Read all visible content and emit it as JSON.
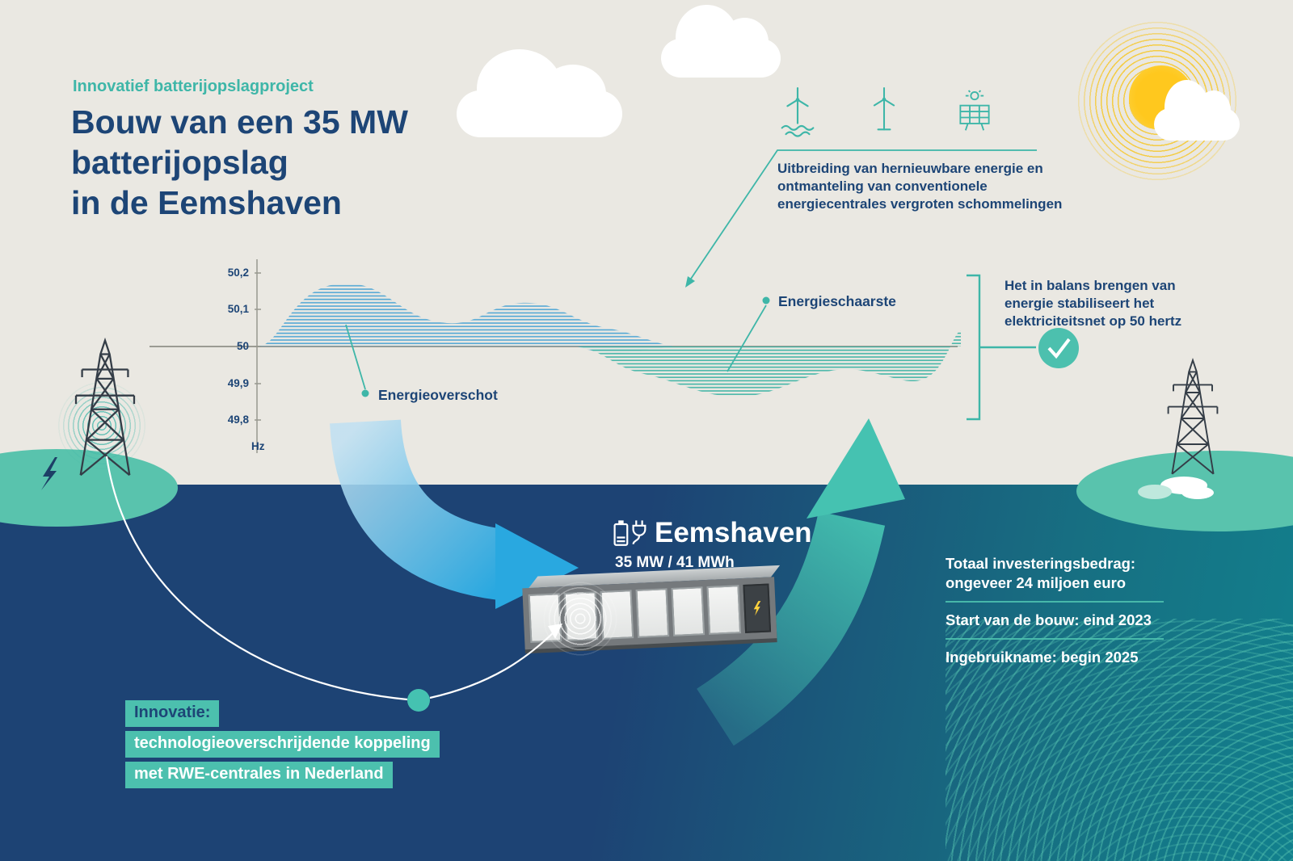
{
  "palette": {
    "bg_top": "#eae8e2",
    "ocean_left": "#1d4374",
    "ocean_right": "#12808d",
    "navy": "#1d4576",
    "teal": "#4cc0ae",
    "wave_blue": "#4aa4d4",
    "wave_teal": "#3bb3a4",
    "arrow_blue": "#29a8e0",
    "sun_yellow": "#ffc81e",
    "white": "#ffffff"
  },
  "header": {
    "eyebrow": "Innovatief batterijopslagproject",
    "title": "Bouw van een 35 MW\nbatterijopslag\nin de Eemshaven"
  },
  "renewables_callout": {
    "text": "Uitbreiding van hernieuwbare energie en\nontmanteling van conventionele\nenergiecentrales vergroten schommelingen"
  },
  "balance_callout": {
    "text": "Het in balans brengen van\nenergie stabiliseert het\nelektriciteitsnet op 50 hertz"
  },
  "chart": {
    "unit": "Hz",
    "ticks": [
      "50,2",
      "50,1",
      "50",
      "49,9",
      "49,8"
    ],
    "surplus_label": "Energieoverschot",
    "scarcity_label": "Energieschaarste"
  },
  "chart_data": {
    "type": "area",
    "title": "Netfrequentie rond 50 Hz",
    "ylabel": "Hz",
    "yticks": [
      50.2,
      50.1,
      50.0,
      49.9,
      49.8
    ],
    "baseline_hz": 50.0,
    "regions": [
      {
        "name": "Energieoverschot",
        "relation": "boven 50 Hz",
        "color": "#4aa4d4",
        "approx_peak_hz": 50.17,
        "x_span_fraction": [
          0.0,
          0.6
        ]
      },
      {
        "name": "Energieschaarste",
        "relation": "onder 50 Hz",
        "color": "#3bb3a4",
        "approx_min_hz": 49.86,
        "x_span_fraction": [
          0.45,
          1.0
        ]
      }
    ]
  },
  "station": {
    "name": "Eemshaven",
    "capacity": "35 MW / 41 MWh"
  },
  "facts": [
    {
      "text": "Totaal investeringsbedrag:\nongeveer 24 miljoen euro"
    },
    {
      "text": "Start van de bouw: eind 2023"
    },
    {
      "text": "Ingebruikname: begin 2025"
    }
  ],
  "innovation": {
    "lines": [
      {
        "text": "Innovatie:",
        "variant": "navy"
      },
      {
        "text": "technologieoverschrijdende koppeling",
        "variant": "white"
      },
      {
        "text": "met RWE-centrales in Nederland",
        "variant": "white"
      }
    ]
  }
}
